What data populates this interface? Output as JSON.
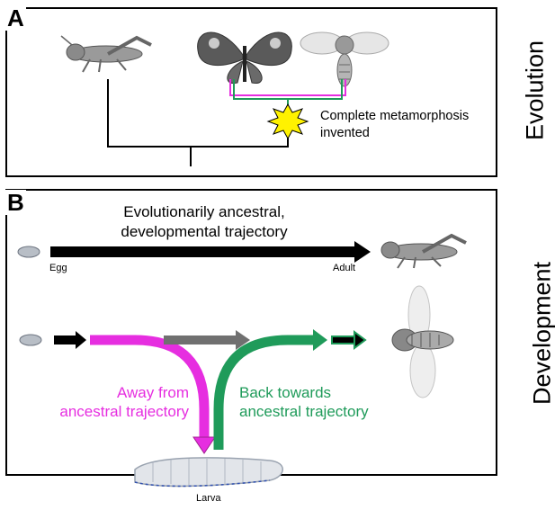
{
  "panel_a": {
    "letter": "A",
    "side_label": "Evolution",
    "annotation_line1": "Complete metamorphosis",
    "annotation_line2": "invented"
  },
  "panel_b": {
    "letter": "B",
    "side_label": "Development",
    "title_line1": "Evolutionarily ancestral,",
    "title_line2": "developmental trajectory",
    "egg_label": "Egg",
    "adult_label": "Adult",
    "away_line1": "Away from",
    "away_line2": "ancestral trajectory",
    "back_line1": "Back towards",
    "back_line2": "ancestral trajectory",
    "larva_label": "Larva"
  },
  "colors": {
    "magenta": "#e62ee0",
    "green": "#1f9b5a",
    "gray_arrow": "#707070",
    "star": "#fff200"
  },
  "icons": [
    "grasshopper",
    "butterfly",
    "fly",
    "egg",
    "larva",
    "starburst"
  ]
}
